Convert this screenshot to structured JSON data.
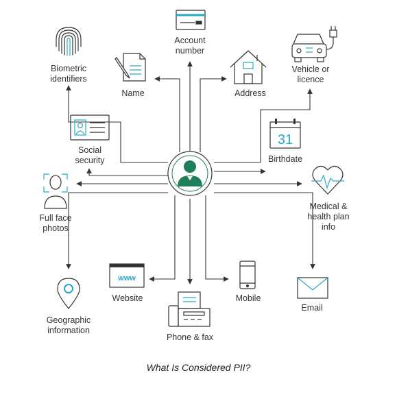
{
  "colors": {
    "line": "#333333",
    "accent": "#26a9c9",
    "person": "#1f7f5a",
    "text": "#333333"
  },
  "center": {
    "icon": "person-icon"
  },
  "items": [
    {
      "id": "account-number",
      "label": "Account\nnumber",
      "icon": "card-icon"
    },
    {
      "id": "name",
      "label": "Name",
      "icon": "document-pen-icon"
    },
    {
      "id": "address",
      "label": "Address",
      "icon": "house-icon"
    },
    {
      "id": "biometric-identifiers",
      "label": "Biometric\nidentifiers",
      "icon": "fingerprint-icon"
    },
    {
      "id": "vehicle-or-licence",
      "label": "Vehicle or\nlicence",
      "icon": "electric-car-icon"
    },
    {
      "id": "social-security",
      "label": "Social\nsecurity",
      "icon": "id-card-icon"
    },
    {
      "id": "birthdate",
      "label": "Birthdate",
      "icon": "calendar-icon",
      "value": "31"
    },
    {
      "id": "full-face-photos",
      "label": "Full face\nphotos",
      "icon": "face-scan-icon"
    },
    {
      "id": "medical-health-plan-info",
      "label": "Medical &\nhealth plan\ninfo",
      "icon": "heart-pulse-icon"
    },
    {
      "id": "geographic-information",
      "label": "Geographic\ninformation",
      "icon": "location-pin-icon"
    },
    {
      "id": "website",
      "label": "Website",
      "icon": "browser-icon",
      "value": "www"
    },
    {
      "id": "mobile",
      "label": "Mobile",
      "icon": "mobile-phone-icon"
    },
    {
      "id": "email",
      "label": "Email",
      "icon": "envelope-icon"
    },
    {
      "id": "phone-and-fax",
      "label": "Phone & fax",
      "icon": "fax-icon"
    }
  ],
  "caption": "What Is Considered PII?"
}
